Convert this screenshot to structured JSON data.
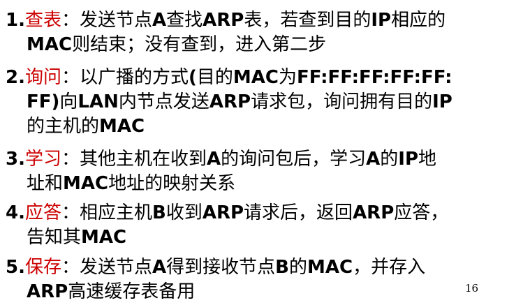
{
  "items": [
    {
      "number": "1.",
      "keyword": "查表",
      "lines": [
        [
          "：发送节点",
          "A",
          "查找",
          "ARP",
          "表，若查到目的",
          "IP",
          "相应的"
        ],
        [
          "MAC",
          "则结束；没有查到，进入第二步"
        ]
      ]
    },
    {
      "number": "2.",
      "keyword": "询问",
      "lines": [
        [
          "：以广播的方式",
          "(",
          "目的",
          "MAC",
          "为",
          "FF:FF:FF:FF:FF:"
        ],
        [
          "FF)",
          "向",
          "LAN",
          "内节点发送",
          "ARP",
          "请求包，询问拥有目的",
          "IP"
        ],
        [
          "的主机的",
          "MAC"
        ]
      ]
    },
    {
      "number": "3.",
      "keyword": "学习",
      "lines": [
        [
          "：其他主机在收到",
          "A",
          "的询问包后，学习",
          "A",
          "的",
          "IP",
          "地"
        ],
        [
          "址和",
          "MAC",
          "地址的映射关系"
        ]
      ]
    },
    {
      "number": "4.",
      "keyword": "应答",
      "lines": [
        [
          "：相应主机",
          "B",
          "收到",
          "ARP",
          "请求后，返回",
          "ARP",
          "应答，"
        ],
        [
          "告知其",
          "MAC"
        ]
      ]
    },
    {
      "number": "5.",
      "keyword": "保存",
      "lines": [
        [
          "：发送节点",
          "A",
          "得到接收节点",
          "B",
          "的",
          "MAC",
          "，并存入"
        ],
        [
          "ARP",
          "高速缓存表备用"
        ]
      ]
    }
  ],
  "page_number": "16",
  "colors": {
    "keyword": "#cc0000",
    "text": "#000000",
    "background": "#ffffff"
  }
}
